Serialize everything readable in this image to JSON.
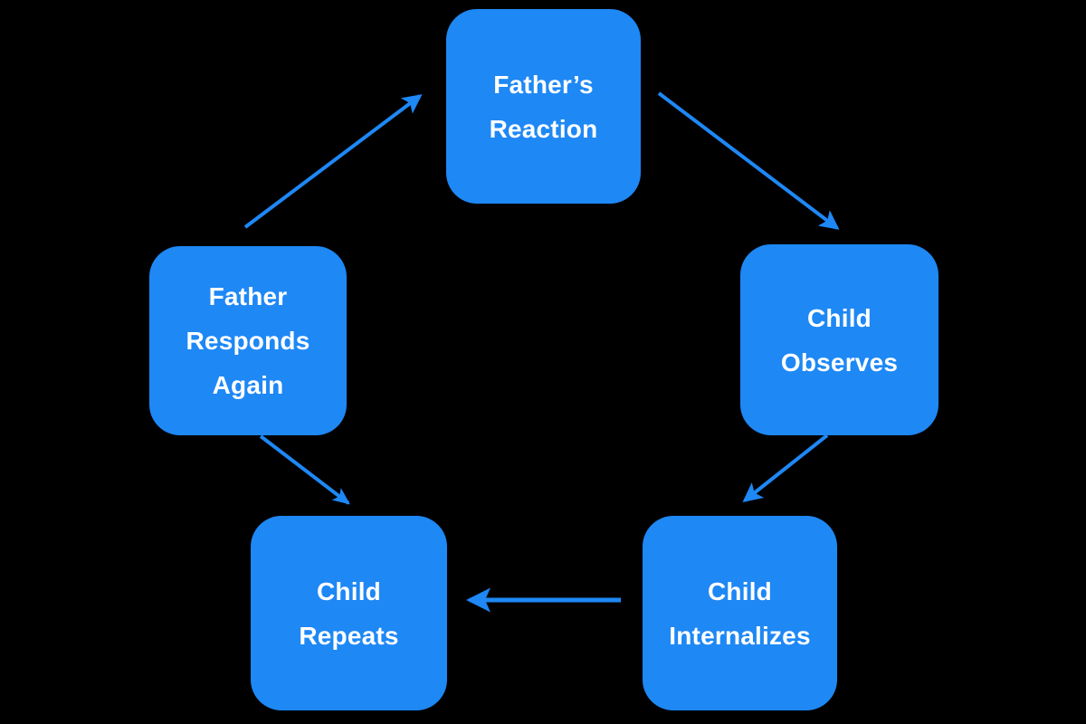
{
  "diagram": {
    "type": "cycle-flowchart",
    "background_color": "#000000",
    "node_color": "#1e88f5",
    "node_text_color": "#ffffff",
    "arrow_color": "#1e88f5",
    "nodes": [
      {
        "id": "fathers-reaction",
        "label": "Father’s\nReaction",
        "position": "top"
      },
      {
        "id": "child-observes",
        "label": "Child\nObserves",
        "position": "right"
      },
      {
        "id": "child-internalizes",
        "label": "Child\nInternalizes",
        "position": "bottom-right"
      },
      {
        "id": "child-repeats",
        "label": "Child\nRepeats",
        "position": "bottom-left"
      },
      {
        "id": "father-responds",
        "label": "Father\nResponds\nAgain",
        "position": "left"
      }
    ],
    "edges": [
      {
        "id": "edge-reaction-to-observes",
        "from": "fathers-reaction",
        "to": "child-observes",
        "direction": "down-right"
      },
      {
        "id": "edge-observes-to-internalizes",
        "from": "child-observes",
        "to": "child-internalizes",
        "direction": "down-left"
      },
      {
        "id": "edge-internalizes-to-repeats",
        "from": "child-internalizes",
        "to": "child-repeats",
        "direction": "left"
      },
      {
        "id": "edge-repeats-to-responds",
        "from": "father-responds",
        "to": "child-repeats",
        "direction": "down-right"
      },
      {
        "id": "edge-responds-to-reaction",
        "from": "father-responds",
        "to": "fathers-reaction",
        "direction": "up-right"
      }
    ]
  }
}
